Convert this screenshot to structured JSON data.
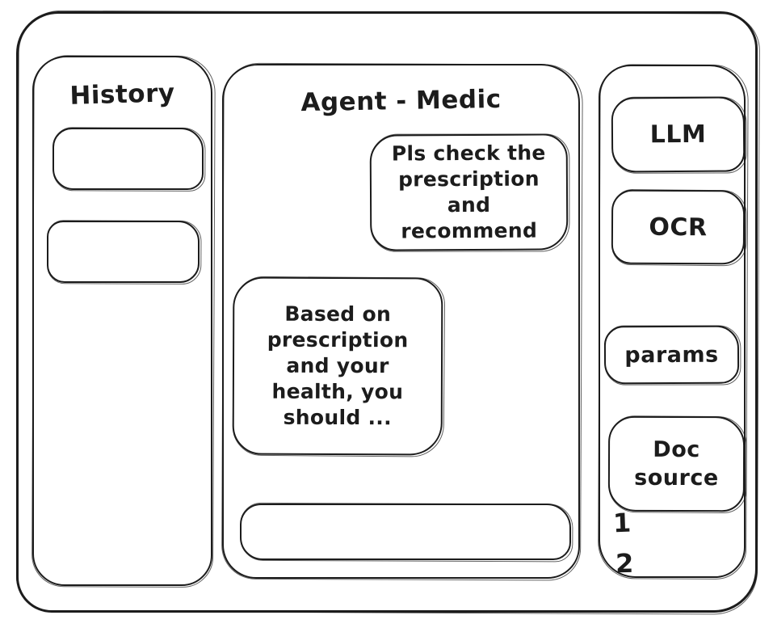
{
  "colors": {
    "ink": "#1c1c1c",
    "background": "#ffffff"
  },
  "left_sidebar": {
    "title": "History",
    "items": [
      {
        "label": ""
      },
      {
        "label": ""
      }
    ]
  },
  "chat": {
    "title": "Agent - Medic",
    "messages": [
      {
        "role": "user",
        "text": "Pls check the prescription and recommend"
      },
      {
        "role": "assistant",
        "text": "Based on prescription and your health, you should ..."
      }
    ],
    "input": {
      "value": "",
      "placeholder": ""
    }
  },
  "right_sidebar": {
    "tools": [
      {
        "label": "LLM"
      },
      {
        "label": "OCR"
      },
      {
        "label": "params"
      },
      {
        "label": "Doc source"
      }
    ],
    "doc_source_items": [
      "1",
      "2"
    ]
  }
}
